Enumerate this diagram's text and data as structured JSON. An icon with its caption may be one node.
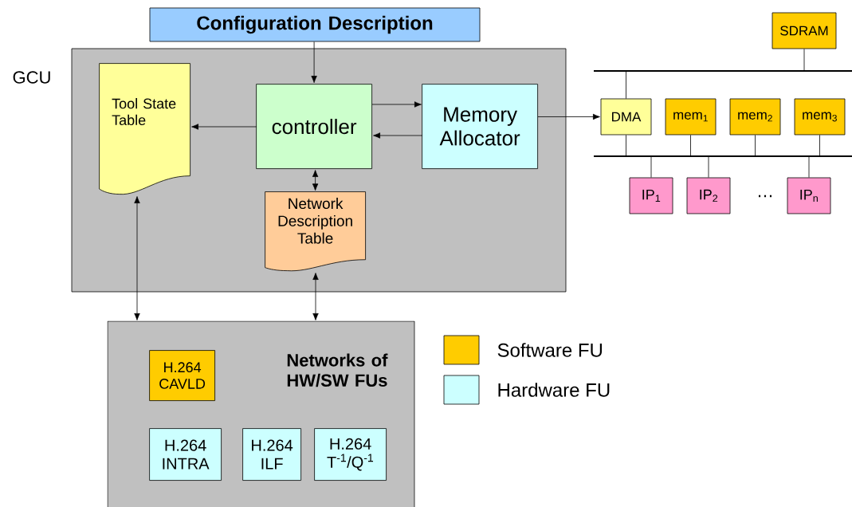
{
  "diagram": {
    "nodes": [
      {
        "text": [
          "Configuration Description"
        ]
      },
      {
        "text": [
          "GCU"
        ]
      },
      {
        "text": [
          "Tool State Table"
        ],
        "in": 1
      },
      {
        "text": [
          "controller"
        ],
        "in": 1
      },
      {
        "text": [
          "Memory Allocator"
        ],
        "in": 1
      },
      {
        "text": [
          "Network Description Table"
        ],
        "in": 1
      },
      {
        "text": [
          "SDRAM"
        ]
      },
      {
        "text": [],
        "shape": "bar"
      },
      {
        "text": [
          "DMA"
        ]
      },
      {
        "text": [
          "mem$_{1}$"
        ]
      },
      {
        "text": [
          "mem$_{2}$"
        ]
      },
      {
        "text": [
          "mem$_{3}$"
        ]
      },
      {
        "text": [],
        "shape": "bar"
      },
      {
        "text": [
          "IP$_{1}$"
        ]
      },
      {
        "text": [
          "IP$_{2}$"
        ]
      },
      {
        "text": [
          "IP$_{n}$"
        ]
      },
      {
        "text": [
          "Networks of HW/SW FUs"
        ]
      },
      {
        "text": [
          "H.264 CAVLD"
        ],
        "in": 16
      },
      {
        "text": [
          "H.264 INTRA"
        ],
        "in": 16
      },
      {
        "text": [
          "H.264 ILF"
        ],
        "in": 16
      },
      {
        "text": [
          "H.264 T$^{-1}$/Q$^{-1}$"
        ],
        "in": 16
      }
    ],
    "edges": [
      {
        "from": 0,
        "to": 3,
        "arrow": "to"
      },
      {
        "from": 3,
        "to": 2,
        "arrow": "to"
      },
      {
        "from": 3,
        "to": 4,
        "arrow": "to"
      },
      {
        "from": 4,
        "to": 3,
        "arrow": "to"
      },
      {
        "from": 3,
        "to": 5,
        "arrow": "both"
      },
      {
        "from": 4,
        "to": 8,
        "arrow": "to"
      },
      {
        "from": 6,
        "to": 7,
        "arrow": "none"
      },
      {
        "from": 7,
        "to": 8,
        "arrow": "none"
      },
      {
        "from": 8,
        "to": 12,
        "arrow": "none"
      },
      {
        "from": 9,
        "to": 12,
        "arrow": "none"
      },
      {
        "from": 10,
        "to": 12,
        "arrow": "none"
      },
      {
        "from": 11,
        "to": 12,
        "arrow": "none"
      },
      {
        "from": 12,
        "to": 13,
        "arrow": "none"
      },
      {
        "from": 12,
        "to": 14,
        "arrow": "none"
      },
      {
        "from": 12,
        "to": 15,
        "arrow": "none"
      },
      {
        "from": 2,
        "to": 16,
        "arrow": "both"
      },
      {
        "from": 5,
        "to": 16,
        "arrow": "both"
      }
    ],
    "labels": [
      "…"
    ],
    "legend": [
      {
        "text": "Software FU",
        "color": "#ffcc00"
      },
      {
        "text": "Hardware FU",
        "color": "#ccffff"
      }
    ]
  }
}
